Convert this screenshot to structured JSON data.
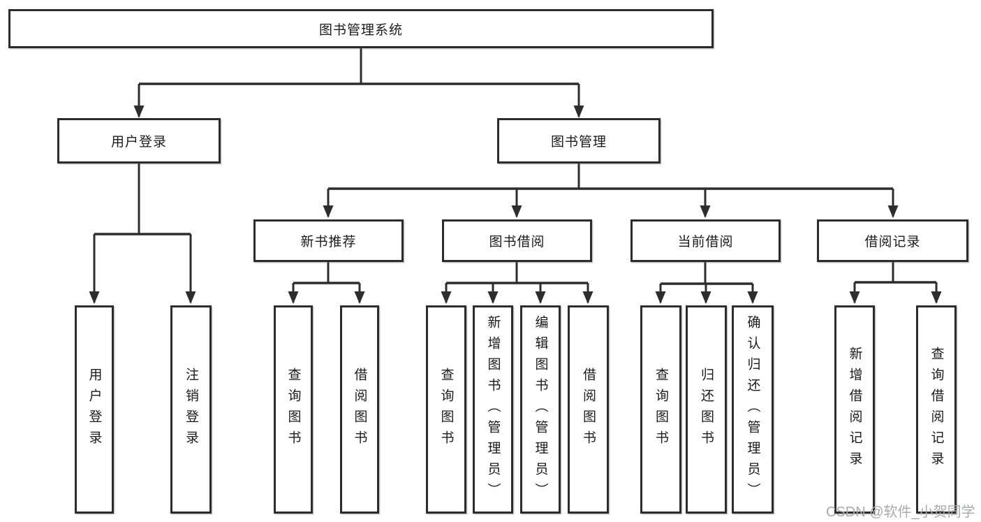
{
  "tree": {
    "label": "图书管理系统",
    "children": [
      {
        "label": "用户登录",
        "children": [
          {
            "label": "用户登录"
          },
          {
            "label": "注销登录"
          }
        ]
      },
      {
        "label": "图书管理",
        "children": [
          {
            "label": "新书推荐",
            "children": [
              {
                "label": "查询图书"
              },
              {
                "label": "借阅图书"
              }
            ]
          },
          {
            "label": "图书借阅",
            "children": [
              {
                "label": "查询图书"
              },
              {
                "label": "新增图书（管理员）"
              },
              {
                "label": "编辑图书（管理员）"
              },
              {
                "label": "借阅图书"
              }
            ]
          },
          {
            "label": "当前借阅",
            "children": [
              {
                "label": "查询图书"
              },
              {
                "label": "归还图书"
              },
              {
                "label": "确认归还（管理员）"
              }
            ]
          },
          {
            "label": "借阅记录",
            "children": [
              {
                "label": "新增借阅记录"
              },
              {
                "label": "查询借阅记录"
              }
            ]
          }
        ]
      }
    ]
  },
  "watermark": {
    "text": "CSDN @软件_小贺同学",
    "color": "#a9aaac"
  },
  "colors": {
    "background": "#ffffff",
    "line": "#2d2d2d",
    "box_border": "#2c2c2c",
    "text": "#1b1b1b"
  }
}
